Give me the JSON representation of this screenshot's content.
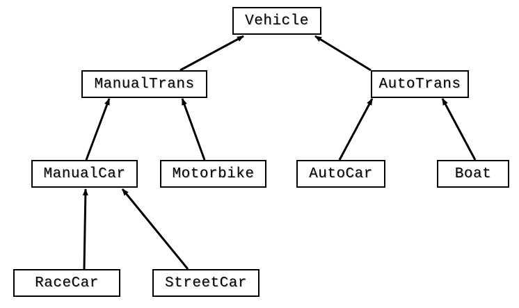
{
  "classes": {
    "vehicle": "Vehicle",
    "manual_trans": "ManualTrans",
    "auto_trans": "AutoTrans",
    "manual_car": "ManualCar",
    "motorbike": "Motorbike",
    "auto_car": "AutoCar",
    "boat": "Boat",
    "race_car": "RaceCar",
    "street_car": "StreetCar"
  },
  "inheritance": [
    {
      "child": "ManualTrans",
      "parent": "Vehicle"
    },
    {
      "child": "AutoTrans",
      "parent": "Vehicle"
    },
    {
      "child": "ManualCar",
      "parent": "ManualTrans"
    },
    {
      "child": "Motorbike",
      "parent": "ManualTrans"
    },
    {
      "child": "AutoCar",
      "parent": "AutoTrans"
    },
    {
      "child": "Boat",
      "parent": "AutoTrans"
    },
    {
      "child": "RaceCar",
      "parent": "ManualCar"
    },
    {
      "child": "StreetCar",
      "parent": "ManualCar"
    }
  ],
  "colors": {
    "line": "#000000",
    "box_border": "#000000",
    "background": "#ffffff"
  }
}
